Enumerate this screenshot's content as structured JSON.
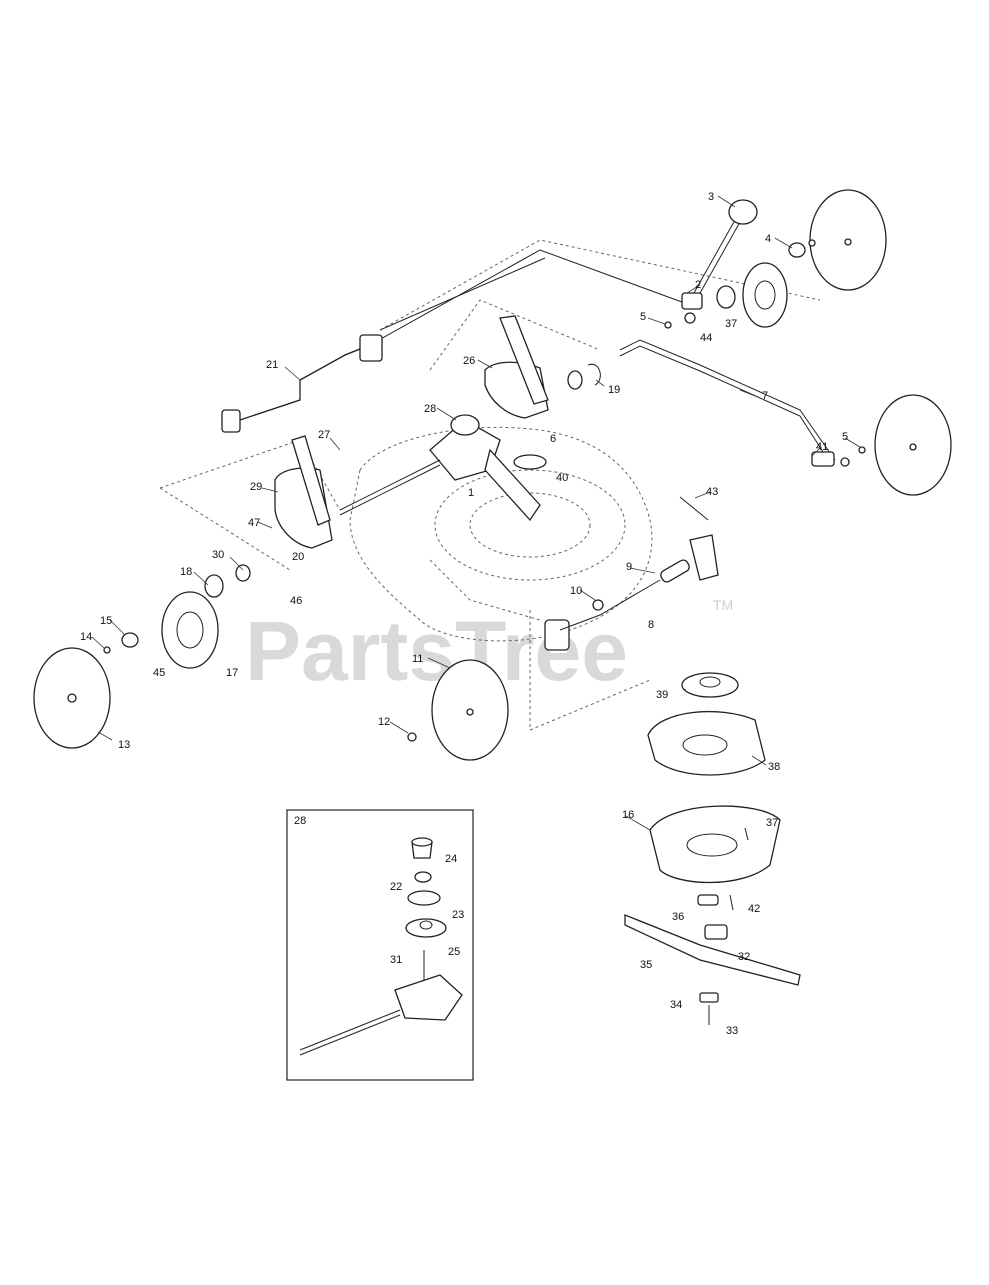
{
  "watermark": {
    "brand": "PartsTree",
    "trademark": "TM"
  },
  "inset": {
    "title": "28"
  },
  "callouts": [
    "1",
    "2",
    "3",
    "4",
    "5",
    "6",
    "7",
    "8",
    "9",
    "10",
    "11",
    "12",
    "13",
    "14",
    "15",
    "16",
    "17",
    "18",
    "19",
    "20",
    "21",
    "22",
    "23",
    "24",
    "25",
    "26",
    "27",
    "28",
    "29",
    "30",
    "31",
    "32",
    "33",
    "34",
    "35",
    "36",
    "37",
    "38",
    "39",
    "40",
    "41",
    "42",
    "43",
    "44",
    "45",
    "46",
    "47"
  ]
}
